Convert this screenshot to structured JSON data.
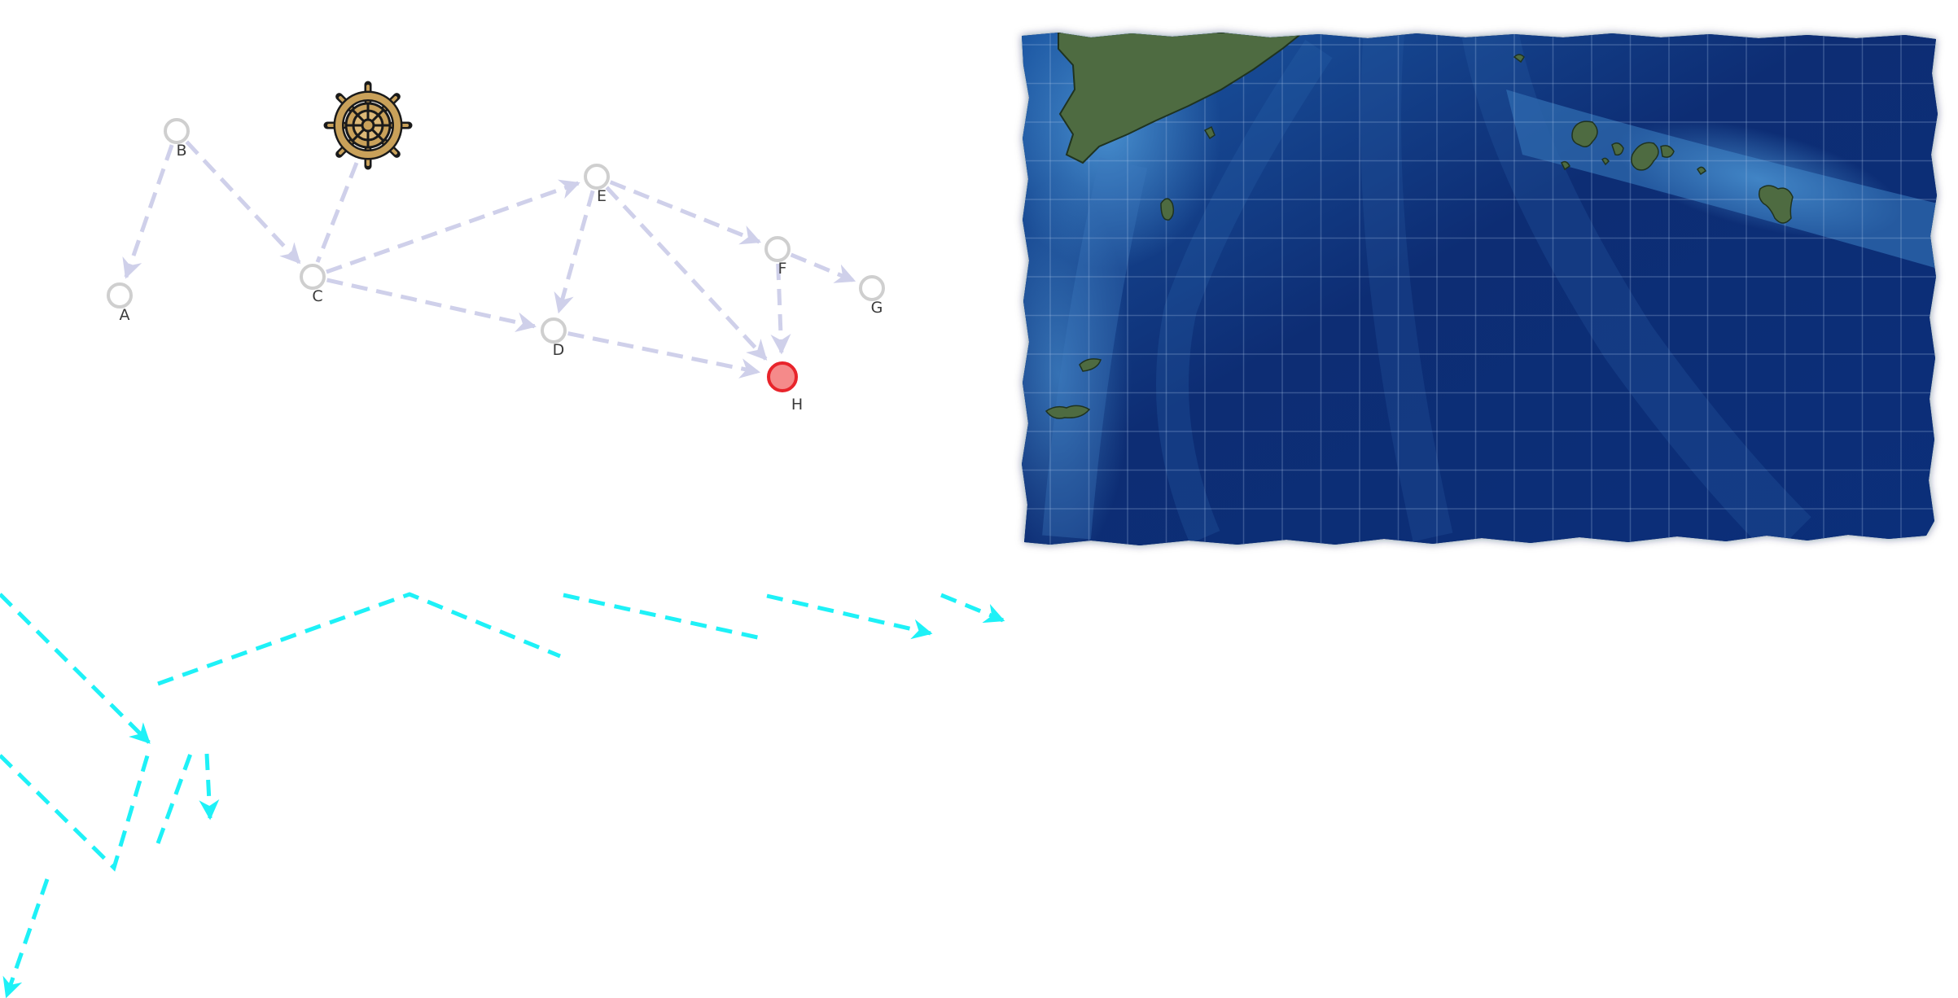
{
  "nodes": [
    {
      "id": "A",
      "label": "A",
      "state": "unvisited"
    },
    {
      "id": "B",
      "label": "B",
      "state": "unvisited"
    },
    {
      "id": "C",
      "label": "C",
      "state": "unvisited"
    },
    {
      "id": "D",
      "label": "D",
      "state": "unvisited"
    },
    {
      "id": "E",
      "label": "E",
      "state": "unvisited"
    },
    {
      "id": "F",
      "label": "F",
      "state": "unvisited"
    },
    {
      "id": "G",
      "label": "G",
      "state": "unvisited"
    },
    {
      "id": "H",
      "label": "H",
      "state": "target"
    }
  ],
  "routes": [
    {
      "from": "B",
      "to": "A"
    },
    {
      "from": "B",
      "to": "C"
    },
    {
      "from": "C",
      "to": "E"
    },
    {
      "from": "C",
      "to": "D"
    },
    {
      "from": "E",
      "to": "D"
    },
    {
      "from": "E",
      "to": "F"
    },
    {
      "from": "E",
      "to": "H"
    },
    {
      "from": "D",
      "to": "H"
    },
    {
      "from": "F",
      "to": "G"
    },
    {
      "from": "F",
      "to": "H"
    }
  ],
  "player": {
    "icon": "ship-wheel-icon",
    "at_node": "C"
  },
  "colors": {
    "route": "#cfd0ea",
    "node_ring": "#cfcfcf",
    "target_fill": "#f58a8a",
    "target_stroke": "#e8242b",
    "trail": "#1ef1f7",
    "sea_deep": "#0c2a6b",
    "sea_shallow": "#3f86c9",
    "land": "#4d6a3f",
    "wheel": "#c9a15a"
  },
  "map": {
    "type": "nautical-chart",
    "grid": true,
    "border": "torn-edge"
  }
}
